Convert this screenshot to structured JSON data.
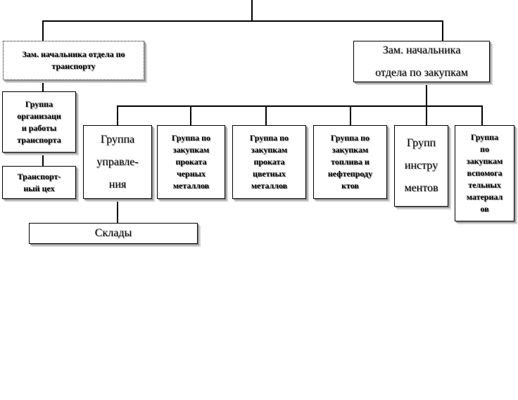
{
  "diagram": {
    "transport_deputy": "Зам. начальника отдела по\nтранспорту",
    "procurement_deputy": "Зам. начальника\nотдела по закупкам",
    "transport_org_group": "Группа\nорганизаци\nи работы\nтранспорта",
    "transport_shop": "Транспорт-\nный цех",
    "management_group": "Группа\nуправле-\nния",
    "ferrous_group": "Группа по\nзакупкам\nпроката\nчерных\nметаллов",
    "nonferrous_group": "Группа по\nзакупкам\nпроката\nцветных\nметаллов",
    "fuel_group": "Группа по\nзакупкам\nтоплива и\nнефтепроду\nктов",
    "tools_group": "Групп\nинстру\nментов",
    "auxiliary_group": "Группа\nпо\nзакупкам\nвспомога\nтельных\nматериал\nов",
    "warehouses": "Склады"
  }
}
